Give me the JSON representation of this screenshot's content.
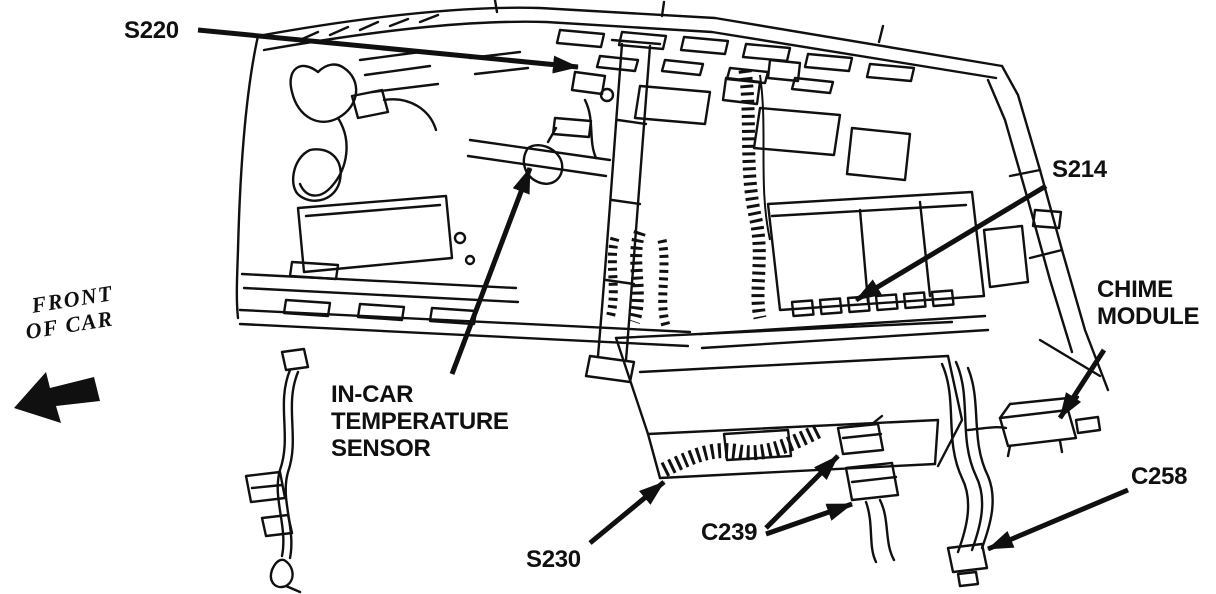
{
  "page": {
    "background_color": "#ffffff",
    "ink_color": "#101010"
  },
  "diagram": {
    "labels": {
      "s220": "S220",
      "s214": "S214",
      "chime_module": [
        "CHIME",
        "MODULE"
      ],
      "c258": "C258",
      "c239": "C239",
      "s230": "S230",
      "in_car_temperature_sensor": [
        "IN-CAR",
        "TEMPERATURE",
        "SENSOR"
      ],
      "front_of_car": [
        "FRONT",
        "OF CAR"
      ]
    }
  }
}
